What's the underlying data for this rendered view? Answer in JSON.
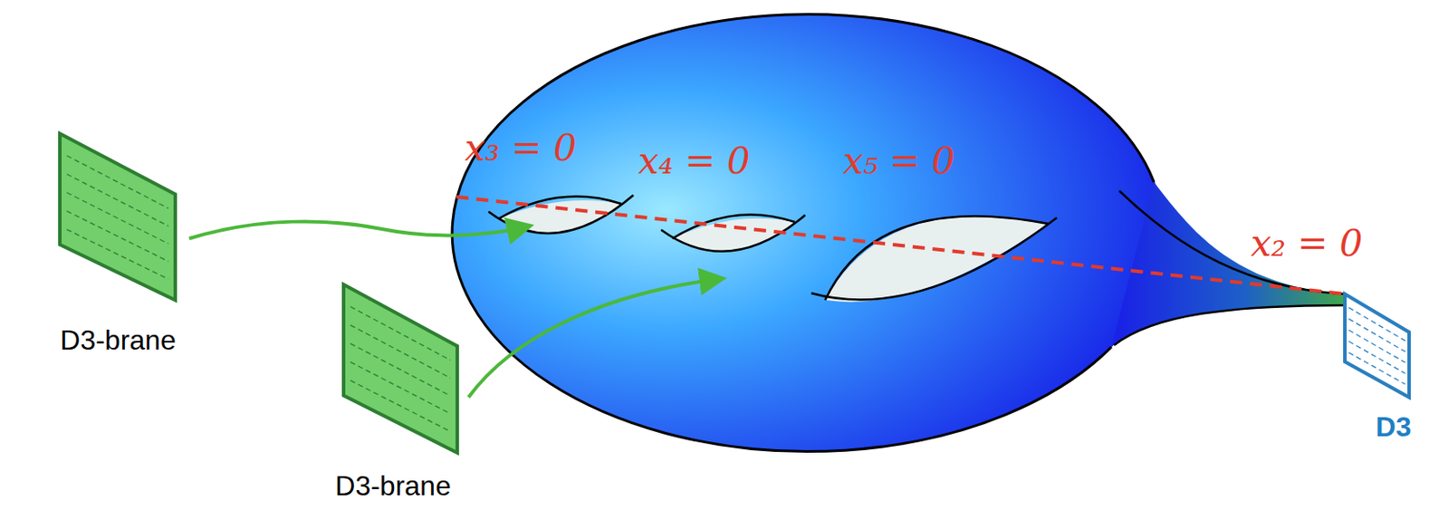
{
  "diagram": {
    "nodes": [
      {
        "text": [
          "D3-brane"
        ]
      },
      {
        "text": [
          "D3-brane"
        ]
      },
      {
        "text": [
          "D3"
        ]
      }
    ],
    "labels": [
      "x₃ = 0",
      "x₄ = 0",
      "x₅ = 0",
      "x₂ = 0"
    ]
  }
}
